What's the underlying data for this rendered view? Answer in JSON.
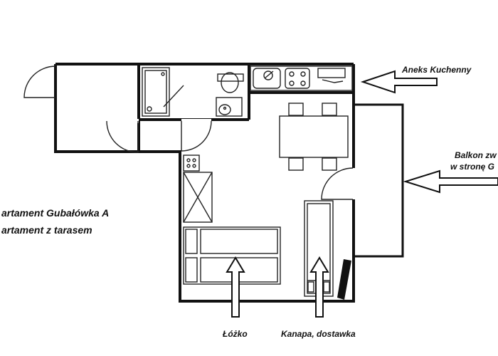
{
  "labels": {
    "kitchen": "Aneks Kuchenny",
    "balcony_line1": "Balkon zw",
    "balcony_line2": "w stronę G",
    "apartment_line1": "artament Gubałówka A",
    "apartment_line2": "artament z tarasem",
    "bed": "Łóżko",
    "sofa": "Kanapa, dostawka"
  },
  "colors": {
    "line": "#111111",
    "background": "#ffffff"
  }
}
